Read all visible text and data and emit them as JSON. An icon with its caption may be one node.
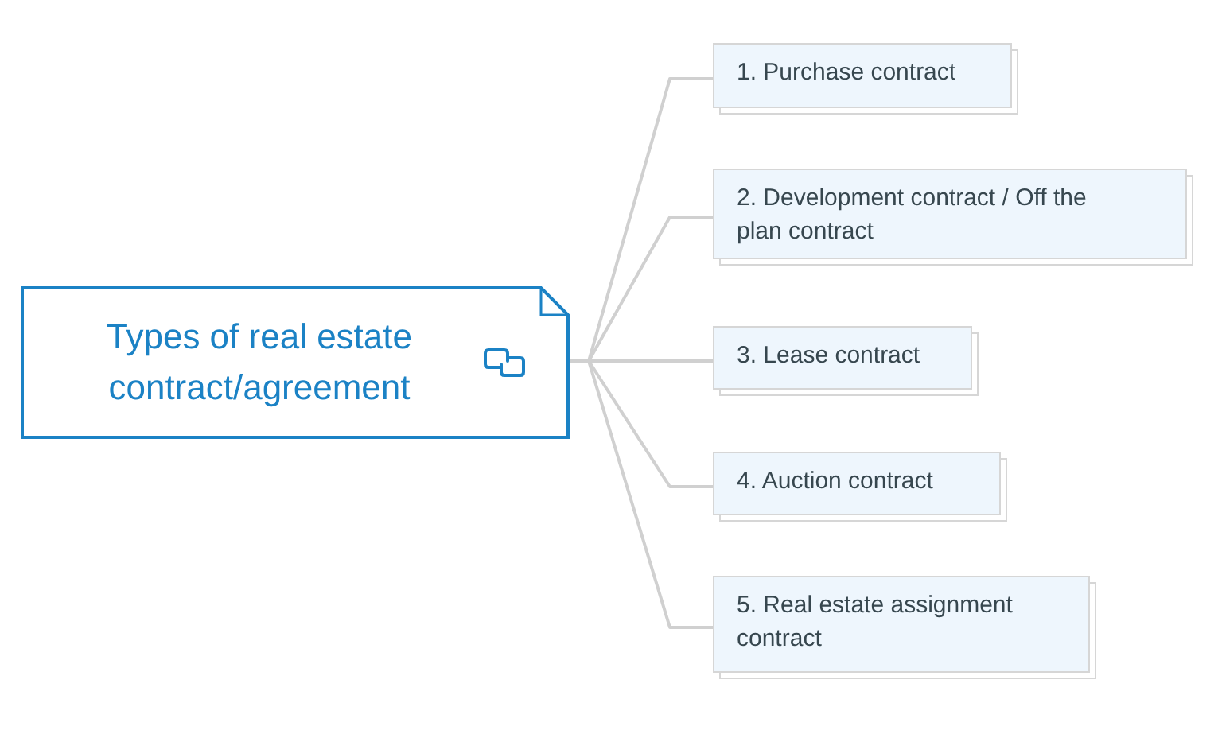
{
  "diagram": {
    "nodes": [
      {
        "text": [
          "Types of real estate contract/agreement"
        ]
      },
      {
        "text": [
          "1. Purchase contract"
        ]
      },
      {
        "text": [
          "2. Development contract / Off the plan contract"
        ]
      },
      {
        "text": [
          "3. Lease contract"
        ]
      },
      {
        "text": [
          "4. Auction contract"
        ]
      },
      {
        "text": [
          "5. Real estate assignment contract"
        ]
      }
    ],
    "edges": [
      {
        "from": 0,
        "to": 1,
        "arrow": "none"
      },
      {
        "from": 0,
        "to": 2,
        "arrow": "none"
      },
      {
        "from": 0,
        "to": 3,
        "arrow": "none"
      },
      {
        "from": 0,
        "to": 4,
        "arrow": "none"
      },
      {
        "from": 0,
        "to": 5,
        "arrow": "none"
      }
    ]
  }
}
